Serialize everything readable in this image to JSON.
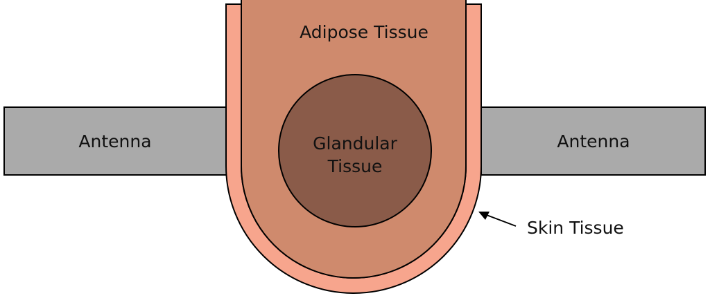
{
  "labels": {
    "adipose": "Adipose Tissue",
    "glandular_line1": "Glandular",
    "glandular_line2": "Tissue",
    "antenna_left": "Antenna",
    "antenna_right": "Antenna",
    "skin": "Skin Tissue"
  },
  "colors": {
    "antenna": "#aaaaaa",
    "skin": "#f7a58d",
    "adipose": "#cf8a6d",
    "glandular": "#8a5b49",
    "outline": "#000000"
  }
}
